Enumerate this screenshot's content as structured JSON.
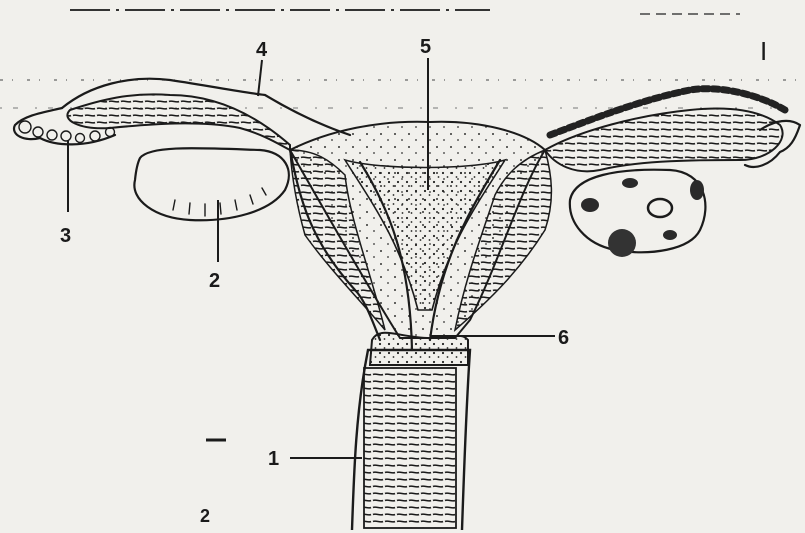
{
  "diagram": {
    "labels": [
      {
        "id": "1",
        "text": "1"
      },
      {
        "id": "2",
        "text": "2"
      },
      {
        "id": "3",
        "text": "3"
      },
      {
        "id": "4",
        "text": "4"
      },
      {
        "id": "5",
        "text": "5"
      },
      {
        "id": "6",
        "text": "6"
      }
    ],
    "stray_marks": {
      "top_right": "I",
      "bottom_left": "2"
    },
    "colors": {
      "paper": "#f1f0ec",
      "ink": "#1b1b1b"
    }
  }
}
